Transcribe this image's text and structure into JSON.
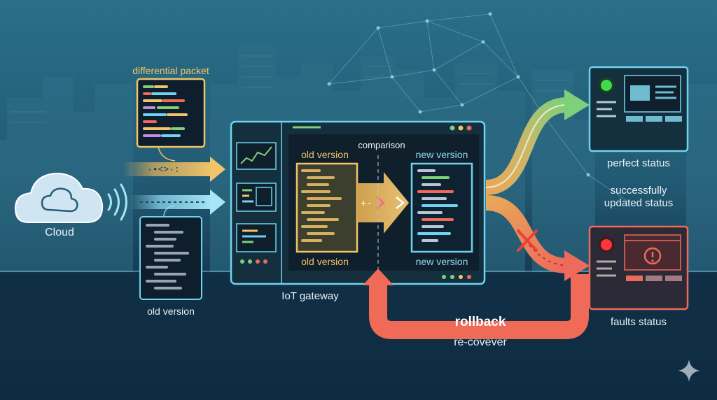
{
  "labels": {
    "differential_packet": "differential packet",
    "cloud": "Cloud",
    "old_version_left": "old version",
    "comparison": "comparison",
    "old_version_top": "old version",
    "new_version_top": "new version",
    "old_version_bottom": "old version",
    "new_version_bottom": "new version",
    "iot_gateway": "IoT gateway",
    "perfect_status": "perfect status",
    "successfully_updated_status": [
      "successfully",
      "updated status"
    ],
    "faults_status": "faults status",
    "rollback": "rollback",
    "recover": "re-covever"
  },
  "colors": {
    "background_top": "#2a6f89",
    "background_bottom": "#0e2a40",
    "panel_border": "#6fd2ee",
    "gold_accent": "#f0c468",
    "success_green": "#7fd07a",
    "fault_red": "#ee6a5a",
    "rollback_red": "#f06a58"
  },
  "icons": {
    "cloud": "cloud-icon",
    "signal": "wifi-signal-icon",
    "success_led": "green-status-led-icon",
    "fault_led": "red-status-led-icon",
    "alert": "exclamation-alert-icon",
    "fault_cross": "x-cross-icon",
    "sparkle": "sparkle-icon"
  }
}
